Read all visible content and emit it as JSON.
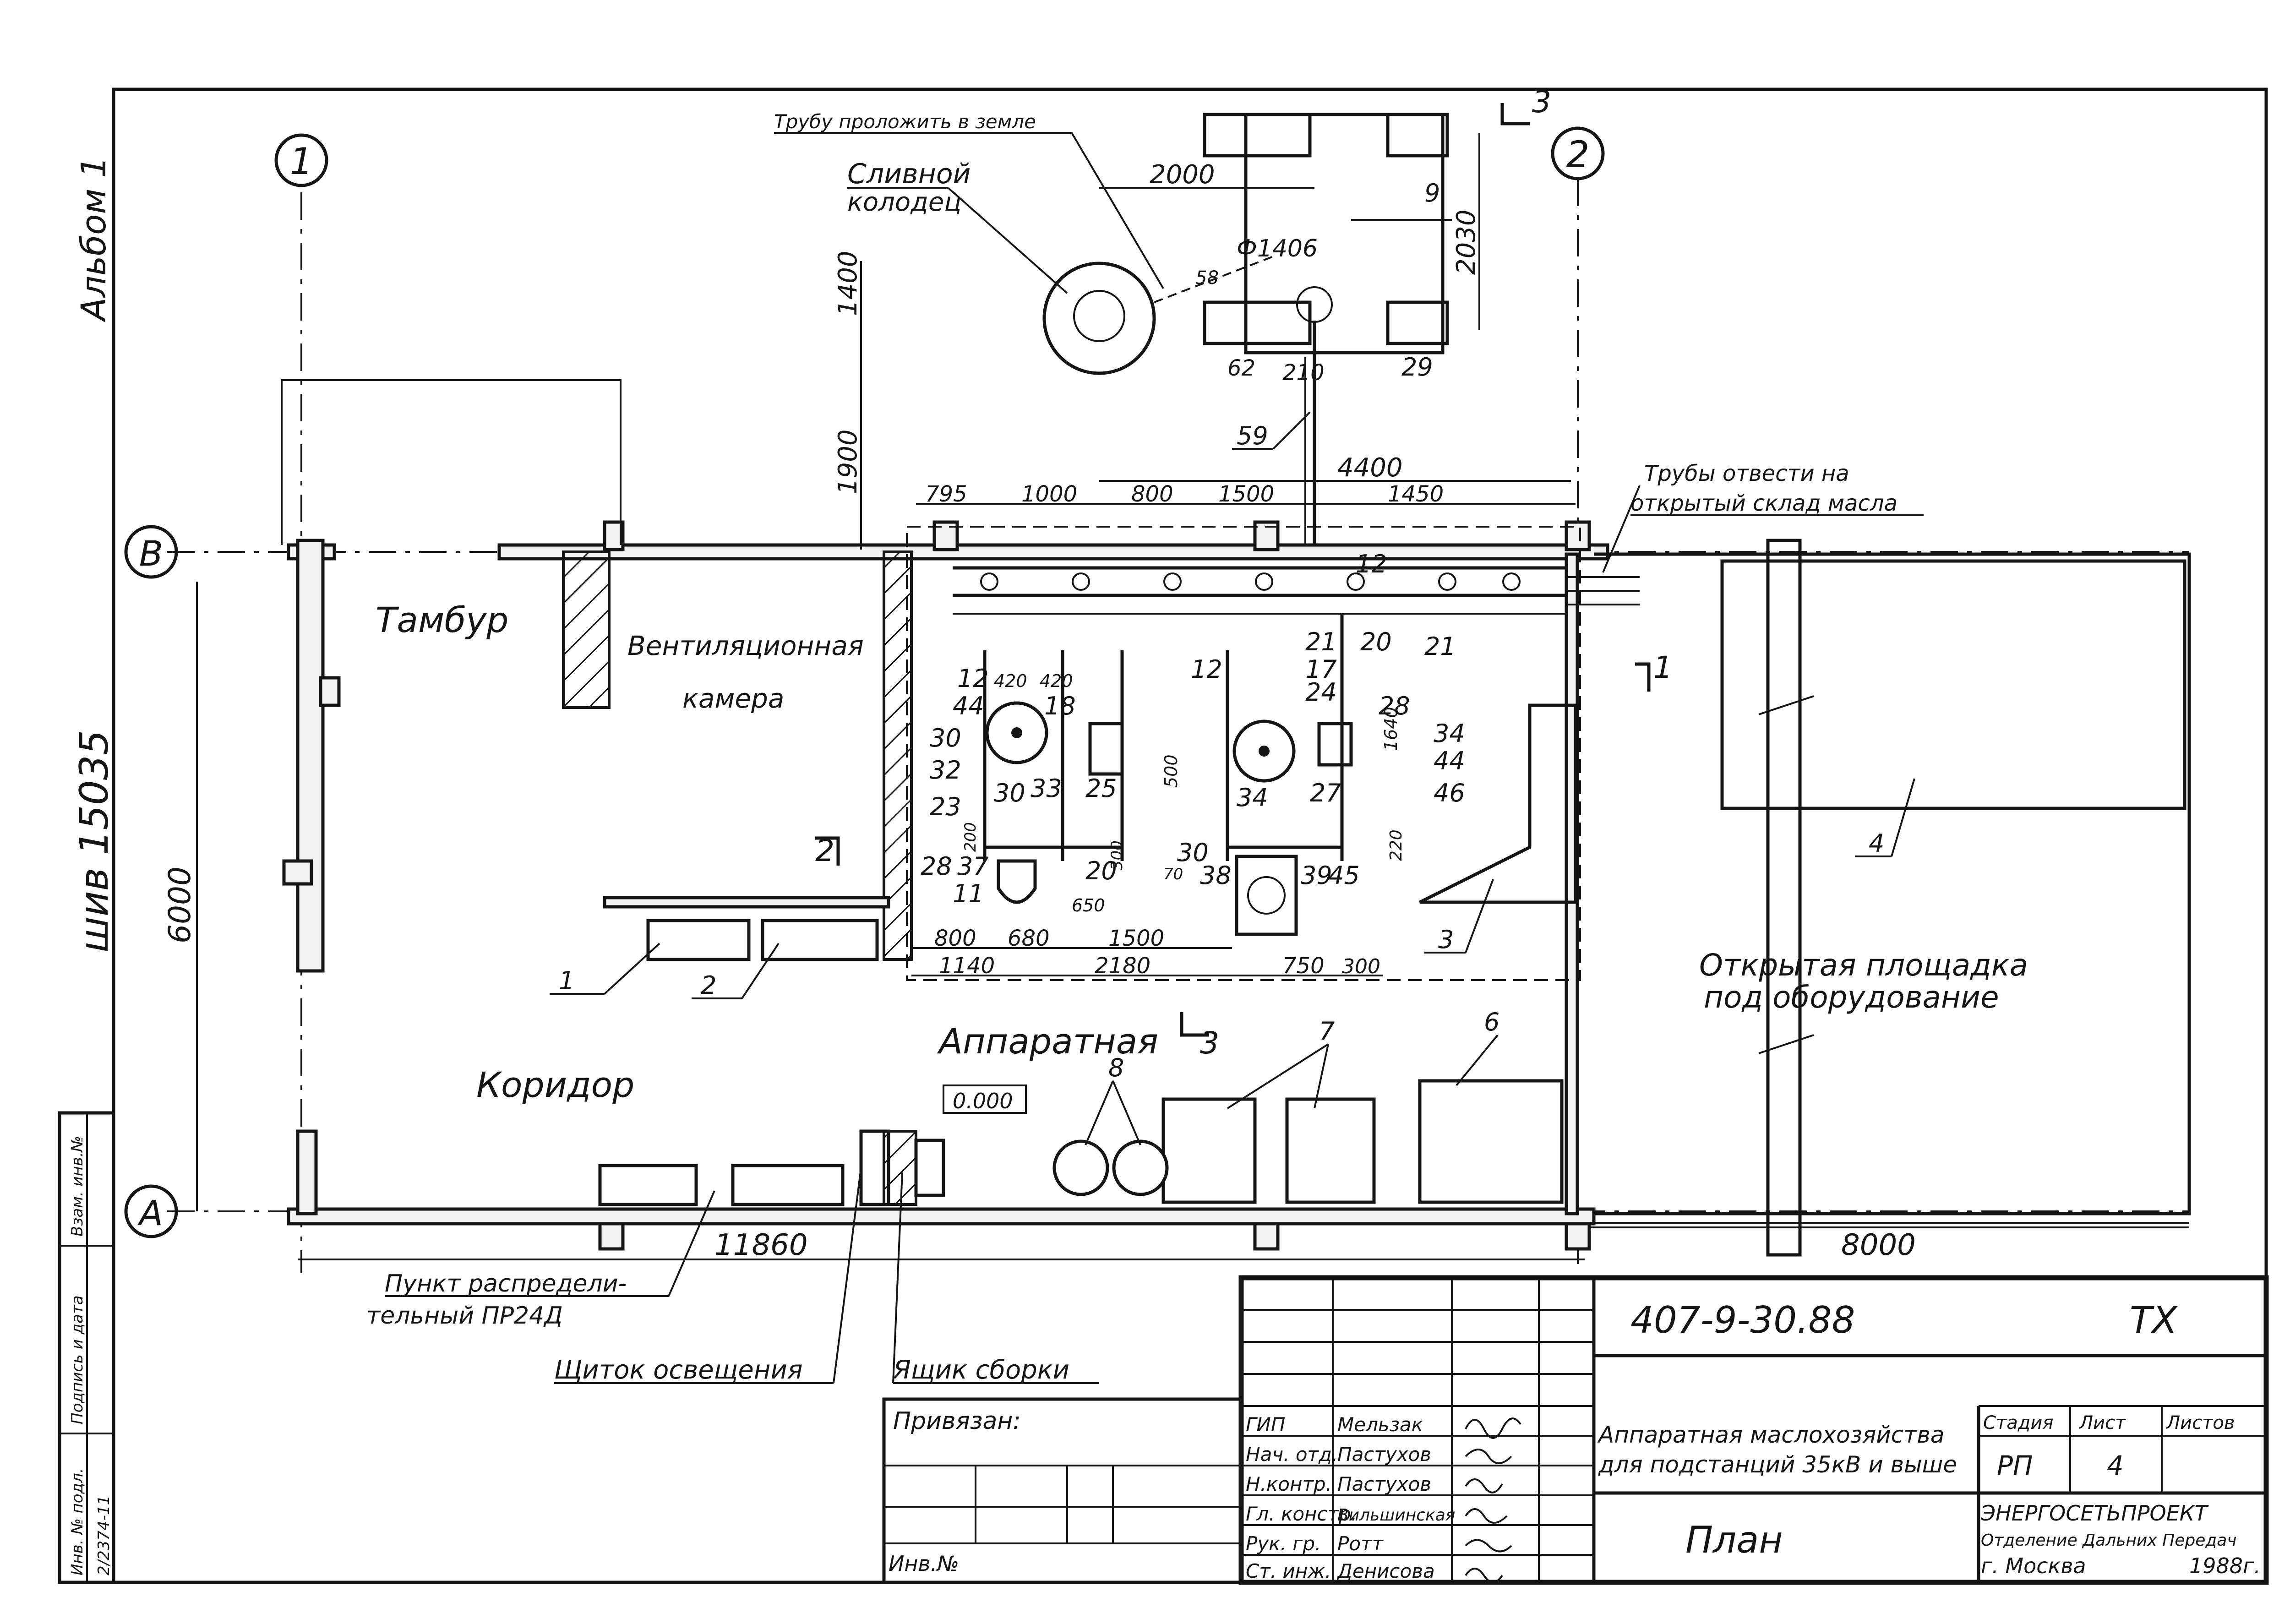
{
  "margin_labels": {
    "album": "Альбом 1",
    "code": "шив 15035",
    "stamp_inv_podl": "Инв. № подл.",
    "stamp_podpis": "Подпись и дата",
    "stamp_vzam": "Взам. инв.№",
    "stamp_number": "2/2374-11"
  },
  "axes": {
    "col_1": "1",
    "col_2": "2",
    "row_V": "В",
    "row_A": "А"
  },
  "dimensions": {
    "d6000": "6000",
    "d11860": "11860",
    "d8000": "8000",
    "d2000": "2000",
    "d2030": "2030",
    "d1400": "1400",
    "d1900": "1900",
    "d4400": "4400",
    "d795": "795",
    "d1000": "1000",
    "d800a": "800",
    "d1500a": "1500",
    "d1450": "1450",
    "d800b": "800",
    "d680": "680",
    "d1500b": "1500",
    "d1140": "1140",
    "d2180": "2180",
    "d750": "750",
    "d300": "300",
    "d650": "650",
    "d210": "210",
    "d62": "62",
    "d58": "58",
    "d420a": "420",
    "d420b": "420",
    "d500": "500",
    "d1640": "1640",
    "d220": "220",
    "d300b": "300",
    "d70": "70",
    "d200": "200",
    "phi": "Ф1406",
    "level": "0.000"
  },
  "rooms": {
    "tambur": "Тамбур",
    "vent": "Вентиляционная",
    "vent2": "камера",
    "corridor": "Коридор",
    "apparatus": "Аппаратная",
    "open_area": "Открытая площадка",
    "open_area2": "под оборудование"
  },
  "notes": {
    "well": "Сливной",
    "well2": "колодец",
    "pipe_ground": "Трубу проложить в земле",
    "pipes_out": "Трубы отвести на",
    "pipes_out2": "открытый склад масла",
    "distribution": "Пункт распредели-",
    "distribution2": "тельный ПР24Д",
    "lighting": "Щиток освещения",
    "assembly": "Ящик сборки"
  },
  "marks": {
    "m1": "1",
    "m2": "2",
    "m3": "3",
    "m4": "4",
    "m6": "6",
    "m7": "7",
    "m8": "8",
    "m9": "9",
    "m11": "11",
    "m12a": "12",
    "m12b": "12",
    "m12c": "12",
    "m17": "17",
    "m18": "18",
    "m20a": "20",
    "m20b": "20",
    "m21a": "21",
    "m21b": "21",
    "m23": "23",
    "m24": "24",
    "m25": "25",
    "m27": "27",
    "m28a": "28",
    "m28b": "28",
    "m29": "29",
    "m30a": "30",
    "m30b": "30",
    "m30c": "30",
    "m32": "32",
    "m33": "33",
    "m34a": "34",
    "m34b": "34",
    "m37": "37",
    "m38": "38",
    "m39": "39",
    "m44a": "44",
    "m44b": "44",
    "m45": "45",
    "m46": "46",
    "m59": "59"
  },
  "sections": {
    "s3_top": "3",
    "s3_bot": "3",
    "s1": "1",
    "s2": "2"
  },
  "title_block": {
    "doc_code": "407-9-30.88",
    "doc_type": "ТХ",
    "privyazan": "Привязан:",
    "inv_no": "Инв.№",
    "title_line1": "Аппаратная маслохозяйства",
    "title_line2": "для подстанций 35кВ и выше",
    "sheet_title": "План",
    "col_stage": "Стадия",
    "col_sheet": "Лист",
    "col_sheets": "Листов",
    "stage_value": "РП",
    "sheet_value": "4",
    "sheets_value": "",
    "org_line1": "ЭНЕРГОСЕТЬПРОЕКТ",
    "org_line2": "Отделение Дальних Передач",
    "org_line3": "г. Москва",
    "year": "1988г.",
    "staff": [
      {
        "role": "ГИП",
        "name": "Мельзак"
      },
      {
        "role": "Нач. отд.",
        "name": "Пастухов"
      },
      {
        "role": "Н.контр.",
        "name": "Пастухов"
      },
      {
        "role": "Гл. констр.",
        "name": "Вильшинская"
      },
      {
        "role": "Рук. гр.",
        "name": "Ротт"
      },
      {
        "role": "Ст. инж.",
        "name": "Денисова"
      }
    ]
  }
}
